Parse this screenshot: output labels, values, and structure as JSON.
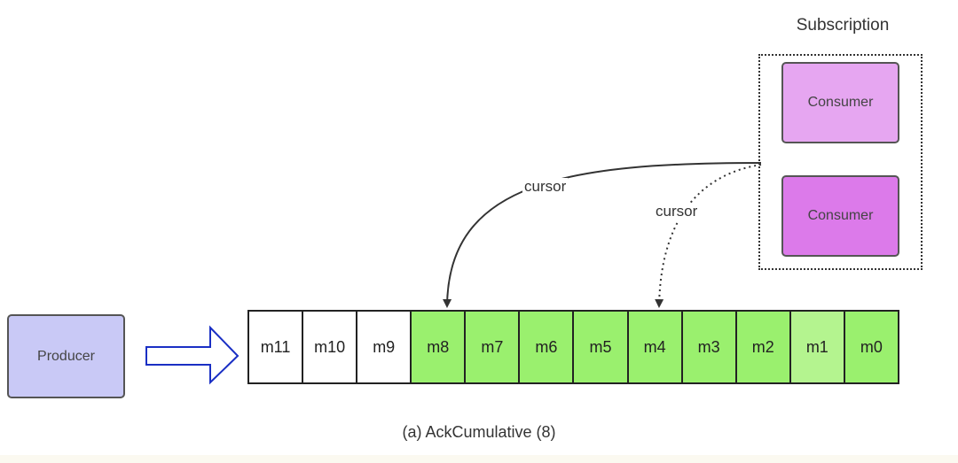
{
  "subscription": {
    "title": "Subscription"
  },
  "consumers": [
    {
      "label": "Consumer",
      "color": "#e6a6f1"
    },
    {
      "label": "Consumer",
      "color": "#dc7aea"
    }
  ],
  "producer": {
    "label": "Producer",
    "color": "#c9c9f6"
  },
  "queue": {
    "messages": [
      "m11",
      "m10",
      "m9",
      "m8",
      "m7",
      "m6",
      "m5",
      "m4",
      "m3",
      "m2",
      "m1",
      "m0"
    ],
    "acked_color": "#9af06e",
    "m1_color": "#b4f48f",
    "unacked_color": "#ffffff"
  },
  "cursors": [
    {
      "label": "cursor",
      "style": "solid",
      "target": "m8"
    },
    {
      "label": "cursor",
      "style": "dotted",
      "target": "m4"
    }
  ],
  "caption": "(a) AckCumulative (8)"
}
